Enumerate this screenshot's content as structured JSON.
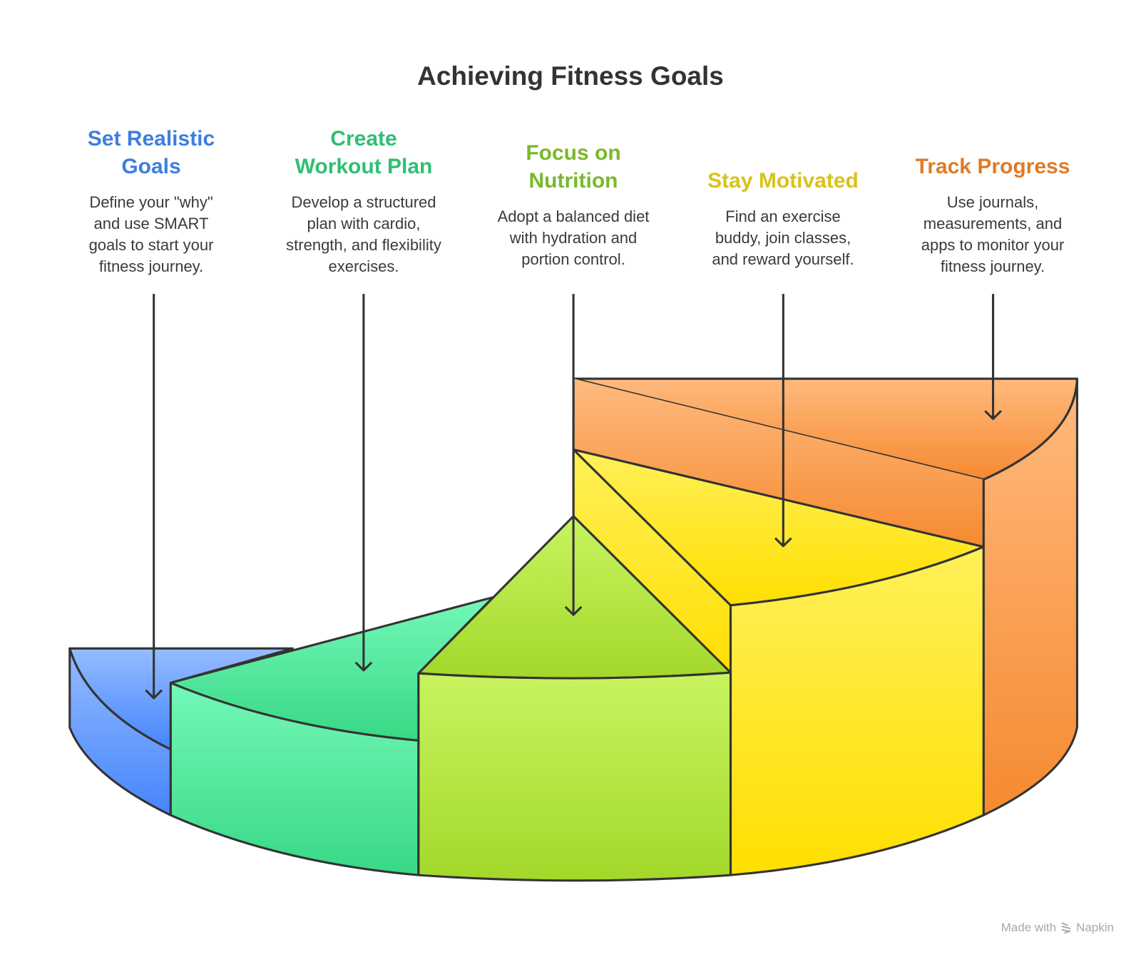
{
  "title": "Achieving Fitness Goals",
  "steps": [
    {
      "title": "Set Realistic Goals",
      "title_lines": [
        "Set Realistic",
        "Goals"
      ],
      "description": "Define your \"why\" and use SMART goals to start your fitness journey.",
      "color": "#3d7ee0",
      "fill_top": "#93bbff",
      "fill_bottom": "#4a89ff"
    },
    {
      "title": "Create Workout Plan",
      "title_lines": [
        "Create",
        "Workout Plan"
      ],
      "description": "Develop a structured plan with cardio, strength, and flexibility exercises.",
      "color": "#2fbf73",
      "fill_top": "#72f7b5",
      "fill_bottom": "#3bdb8a"
    },
    {
      "title": "Focus on Nutrition",
      "title_lines": [
        "Focus on",
        "Nutrition"
      ],
      "description": "Adopt a balanced diet with hydration and portion control.",
      "color": "#7ab82c",
      "fill_top": "#c6f25e",
      "fill_bottom": "#a6db2c"
    },
    {
      "title": "Stay Motivated",
      "title_lines": [
        "Stay Motivated"
      ],
      "description": "Find an exercise buddy, join classes, and reward yourself.",
      "color": "#d9c21a",
      "fill_top": "#ffec4e",
      "fill_bottom": "#ffe000"
    },
    {
      "title": "Track Progress",
      "title_lines": [
        "Track Progress"
      ],
      "description": "Use journals, measurements, and apps to monitor your fitness journey.",
      "color": "#e07a26",
      "fill_top": "#ffb87a",
      "fill_bottom": "#f78d32"
    }
  ],
  "watermark": {
    "prefix": "Made with",
    "brand": "Napkin"
  },
  "stroke_color": "#333333"
}
